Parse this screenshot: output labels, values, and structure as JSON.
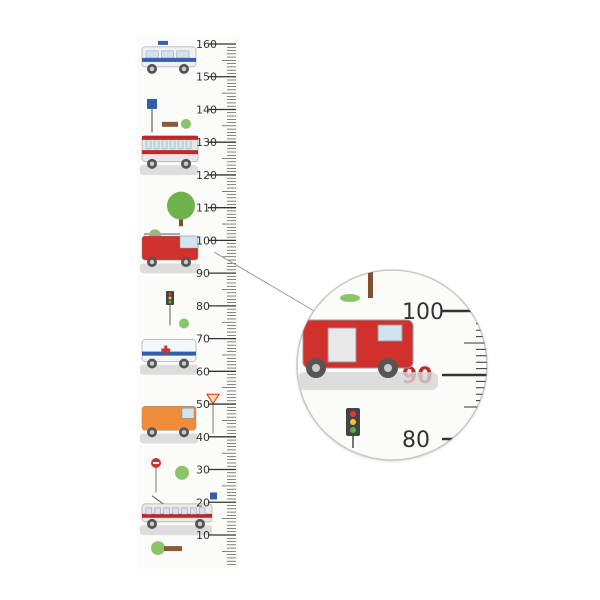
{
  "chart": {
    "unit": "cm",
    "min": 10,
    "max": 160,
    "major_step": 10,
    "minor_step": 1,
    "tick_labels": [
      "160",
      "150",
      "140",
      "130",
      "120",
      "110",
      "100",
      "90",
      "80",
      "70",
      "60",
      "50",
      "40",
      "30",
      "20",
      "10"
    ],
    "highlight_colors": {
      "120": "#8fcf6f",
      "90": "#c0262b",
      "30": "#e07a1f"
    }
  },
  "zoom": {
    "labels": [
      "100",
      "90",
      "80"
    ]
  },
  "illustrations": [
    {
      "name": "police-van",
      "at": 155
    },
    {
      "name": "bus-stop-sign-with-bench",
      "at": 139
    },
    {
      "name": "red-bus",
      "at": 127
    },
    {
      "name": "tree",
      "at": 112
    },
    {
      "name": "fire-truck",
      "at": 96
    },
    {
      "name": "traffic-light",
      "at": 82
    },
    {
      "name": "ambulance",
      "at": 66
    },
    {
      "name": "yield-sign",
      "at": 48
    },
    {
      "name": "garbage-truck",
      "at": 44
    },
    {
      "name": "no-entry-sign",
      "at": 30
    },
    {
      "name": "tram",
      "at": 16
    },
    {
      "name": "bench-with-bush",
      "at": 6
    }
  ],
  "colors": {
    "tick": "#333333",
    "strip_bg": "#fbfbfa",
    "road_gray": "#cfcfcf",
    "fire_red": "#d0312d"
  }
}
